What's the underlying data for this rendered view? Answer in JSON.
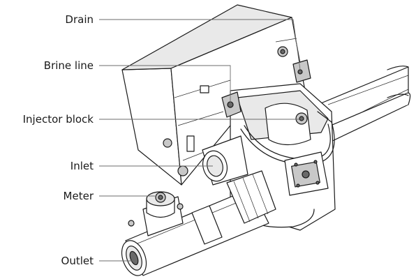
{
  "labels": {
    "drain": "Drain",
    "brine_line": "Brine line",
    "injector_block": "Injector block",
    "inlet": "Inlet",
    "meter": "Meter",
    "outlet": "Outlet"
  },
  "colors": {
    "line": "#1a1a1a",
    "leader": "#6b6b6b",
    "shade": "#c8c8c8"
  }
}
